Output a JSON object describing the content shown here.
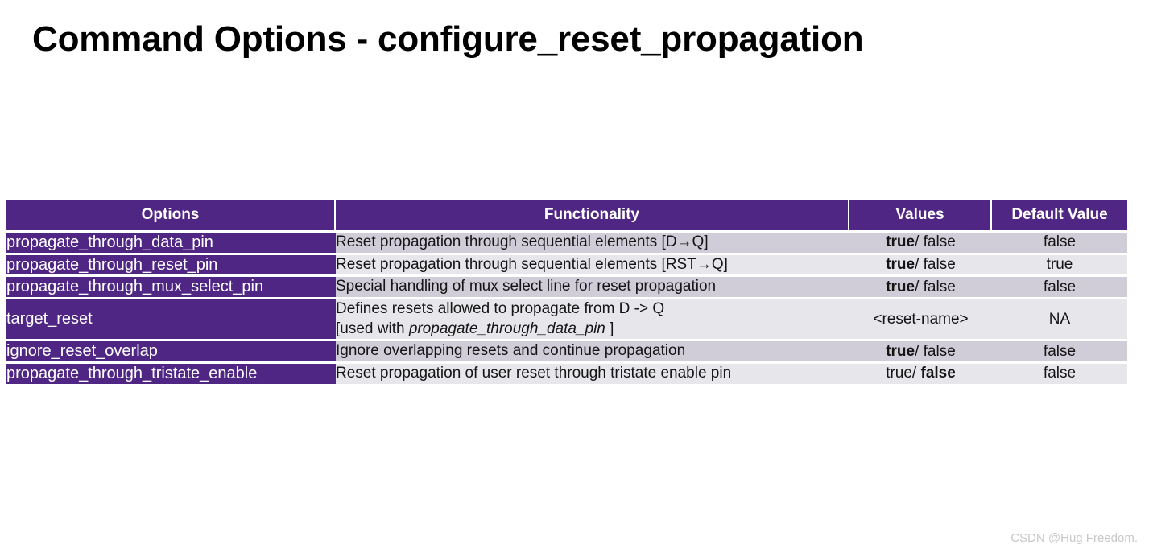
{
  "page": {
    "title": "Command Options - configure_reset_propagation",
    "watermark": "CSDN @Hug Freedom."
  },
  "theme": {
    "header_purple": "#4F2683",
    "row_shade_dark": "#D0CDD9",
    "row_shade_light": "#E6E6EB",
    "page_background": "#FFFFFF",
    "header_text": "#FFFFFF",
    "body_text": "#151515",
    "watermark_color": "#C8C8C8"
  },
  "table": {
    "headers": {
      "options": "Options",
      "functionality": "Functionality",
      "values": "Values",
      "default_value": "Default Value"
    },
    "rows": [
      {
        "option": "propagate_through_data_pin",
        "functionality_line1": "Reset propagation through sequential elements [D→Q]",
        "functionality_line2": "",
        "values_bold": "true",
        "values_rest": "/ false",
        "default": "false"
      },
      {
        "option": "propagate_through_reset_pin",
        "functionality_line1": "Reset propagation through sequential elements [RST→Q]",
        "functionality_line2": "",
        "values_bold": "true",
        "values_rest": "/ false",
        "default": "true"
      },
      {
        "option": "propagate_through_mux_select_pin",
        "functionality_line1": "Special handling of mux select line for reset propagation",
        "functionality_line2": "",
        "values_bold": "true",
        "values_rest": "/ false",
        "default": "false"
      },
      {
        "option": "target_reset",
        "functionality_line1": "Defines resets allowed to propagate from D -> Q",
        "functionality_line2_pre": "[used with ",
        "functionality_line2_em": "propagate_through_data_pin",
        "functionality_line2_post": " ]",
        "values_plain": "<reset-name>",
        "default": "NA"
      },
      {
        "option": "ignore_reset_overlap",
        "functionality_line1": "Ignore overlapping resets and continue propagation",
        "functionality_line2": "",
        "values_bold": "true",
        "values_rest": "/ false",
        "default": "false"
      },
      {
        "option": "propagate_through_tristate_enable",
        "functionality_line1": "Reset propagation of user reset through tristate enable pin",
        "functionality_line2": "",
        "values_pre": "true/ ",
        "values_bold": "false",
        "default": "false"
      }
    ]
  }
}
